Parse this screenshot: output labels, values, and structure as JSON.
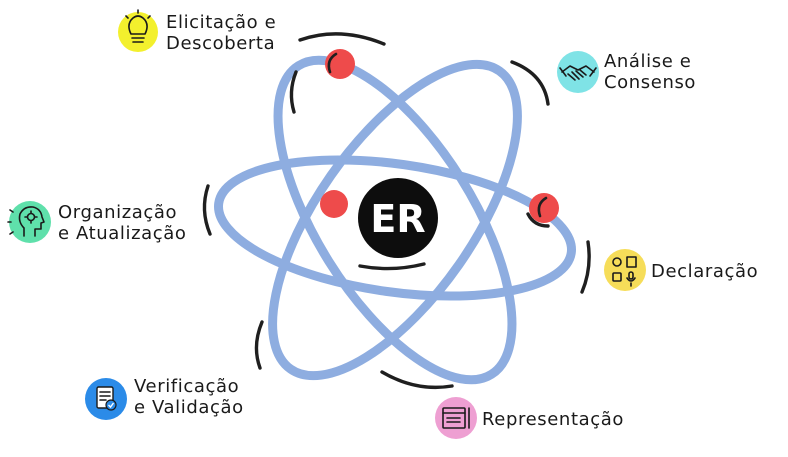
{
  "diagram": {
    "center_label": "ER",
    "colors": {
      "orbit": "#8eade0",
      "electron": "#ee4b4b",
      "core": "#0d0d0d",
      "swoosh": "#1f1f1f"
    },
    "phases": [
      {
        "id": "elicitacao",
        "lines": [
          "Elicitação e",
          "Descoberta"
        ],
        "icon": "lightbulb-icon",
        "icon_color": "#f3f02d"
      },
      {
        "id": "analise",
        "lines": [
          "Análise e",
          "Consenso"
        ],
        "icon": "handshake-icon",
        "icon_color": "#7fe3e6"
      },
      {
        "id": "declaracao",
        "lines": [
          "Declaração"
        ],
        "icon": "notes-microphone-icon",
        "icon_color": "#f6dd59"
      },
      {
        "id": "representacao",
        "lines": [
          "Representação"
        ],
        "icon": "document-pencil-icon",
        "icon_color": "#ee9fd2"
      },
      {
        "id": "verificacao",
        "lines": [
          "Verificação",
          "e Validação"
        ],
        "icon": "checklist-icon",
        "icon_color": "#2b8be8"
      },
      {
        "id": "organizacao",
        "lines": [
          "Organização",
          "e Atualização"
        ],
        "icon": "gear-head-icon",
        "icon_color": "#5fe0ab"
      }
    ]
  }
}
